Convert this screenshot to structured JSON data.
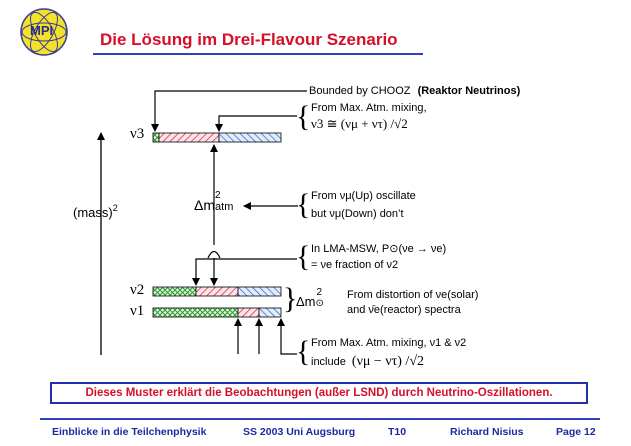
{
  "logo": {
    "text": "MPI"
  },
  "title": "Die Lösung im Drei-Flavour Szenario",
  "levels": {
    "nu3": "ν3",
    "nu2": "ν2",
    "nu1": "ν1"
  },
  "mass_axis_label": "(mass)",
  "mass_axis_sup": "2",
  "delta_atm": {
    "main": "Δm",
    "sup": "2",
    "sub": "atm"
  },
  "delta_sol": {
    "main": "Δm",
    "sup": "2",
    "sub": "⊙"
  },
  "annotations": {
    "chooz_prefix": "Bounded by CHOOZ",
    "chooz_bold": "(Reaktor Neutrinos)",
    "atm_mix_line1": "From Max. Atm. mixing,",
    "atm_mix_line2": "ν3 ≅ (νμ + ντ) /√2",
    "updown_line1": "From νμ(Up) oscillate",
    "updown_line2": "but νμ(Down) don’t",
    "lma_line1": "In LMA-MSW, P⊙(νe → νe)",
    "lma_line2": "= νe fraction of ν2",
    "solar_line1": "From distortion of νe(solar)",
    "solar_line2": "and ν̄e(reactor) spectra",
    "bottom_line1": "From Max. Atm. mixing, ν1 & ν2",
    "bottom_line2_prefix": "include",
    "bottom_line2_formula": "(νμ − ντ) /√2"
  },
  "summary": "Dieses Muster erklärt die Beobachtungen (außer LSND) durch Neutrino-Oszillationen.",
  "footer": {
    "course": "Einblicke in die Teilchenphysik",
    "term": "SS 2003 Uni Augsburg",
    "code": "T10",
    "author": "Richard Nisius",
    "page": "Page 12"
  },
  "colors": {
    "title": "#d4102a",
    "rule": "#3040c0",
    "nu_e": "#2e9a2e",
    "nu_mu": "#d02040",
    "nu_tau": "#2a62c8"
  }
}
